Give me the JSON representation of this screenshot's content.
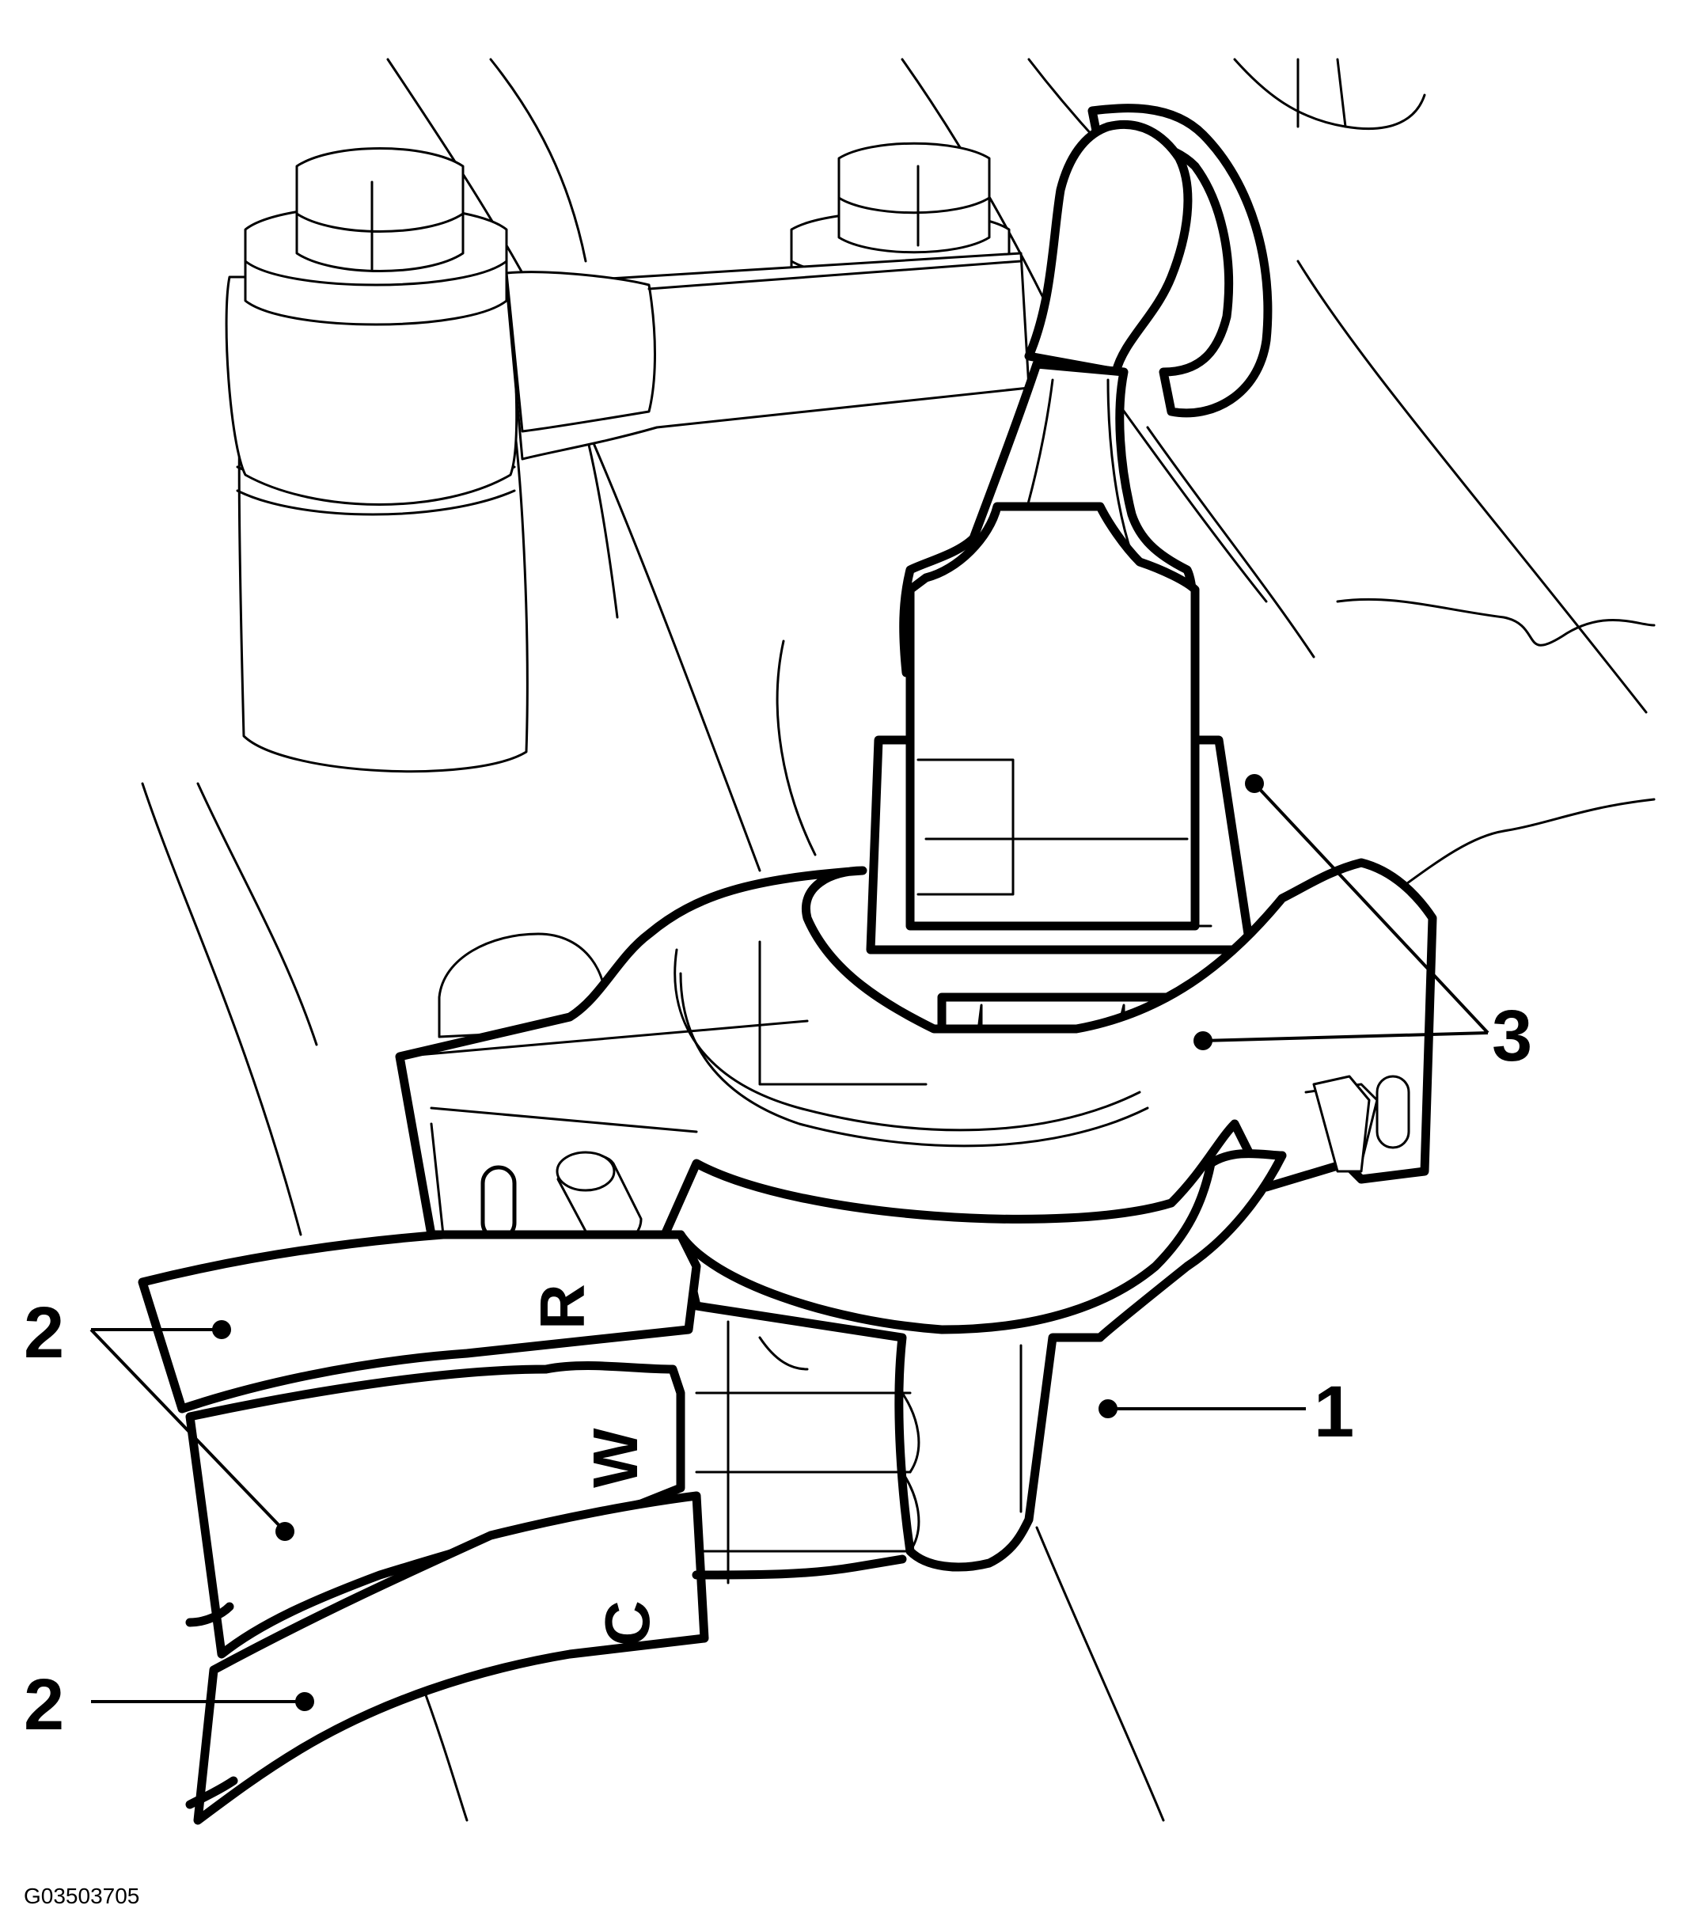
{
  "figure": {
    "id": "G03503705"
  },
  "callouts": [
    {
      "key": "1",
      "label": "1"
    },
    {
      "key": "2a",
      "label": "2"
    },
    {
      "key": "2b",
      "label": "2"
    },
    {
      "key": "3",
      "label": "3"
    }
  ],
  "wire_markings": [
    {
      "key": "R",
      "text": "R"
    },
    {
      "key": "W",
      "text": "W"
    },
    {
      "key": "C",
      "text": "C"
    }
  ]
}
